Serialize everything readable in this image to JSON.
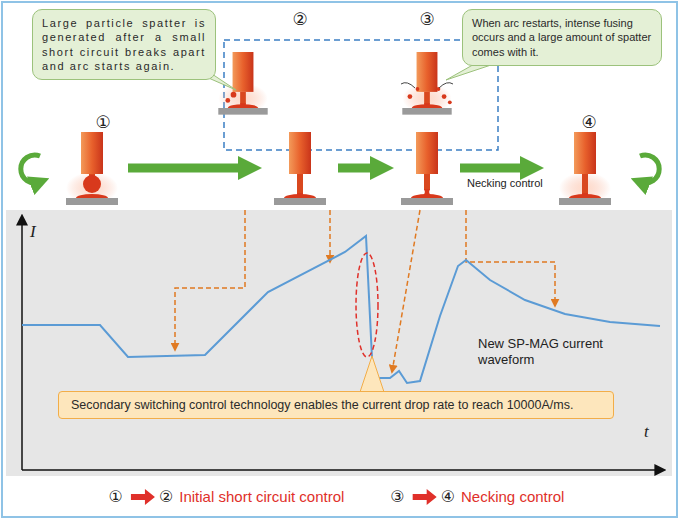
{
  "diagram": {
    "nodes": [
      {
        "text": [
          "Large particle spatter is generated after a small short circuit breaks apart and arc starts again."
        ]
      },
      {
        "text": [
          "When arc restarts, intense fusing occurs and a large amount of spatter comes with it."
        ]
      },
      {
        "text": [
          "Secondary switching control technology enables the current drop rate to reach 10000A/ms."
        ]
      }
    ],
    "labels": [
      "②",
      "③",
      "①",
      "④",
      "Necking control",
      "I",
      "New SP-MAG current waveform",
      "t",
      "①",
      "②",
      "Initial short circuit control",
      "③",
      "④",
      "Necking control"
    ]
  }
}
